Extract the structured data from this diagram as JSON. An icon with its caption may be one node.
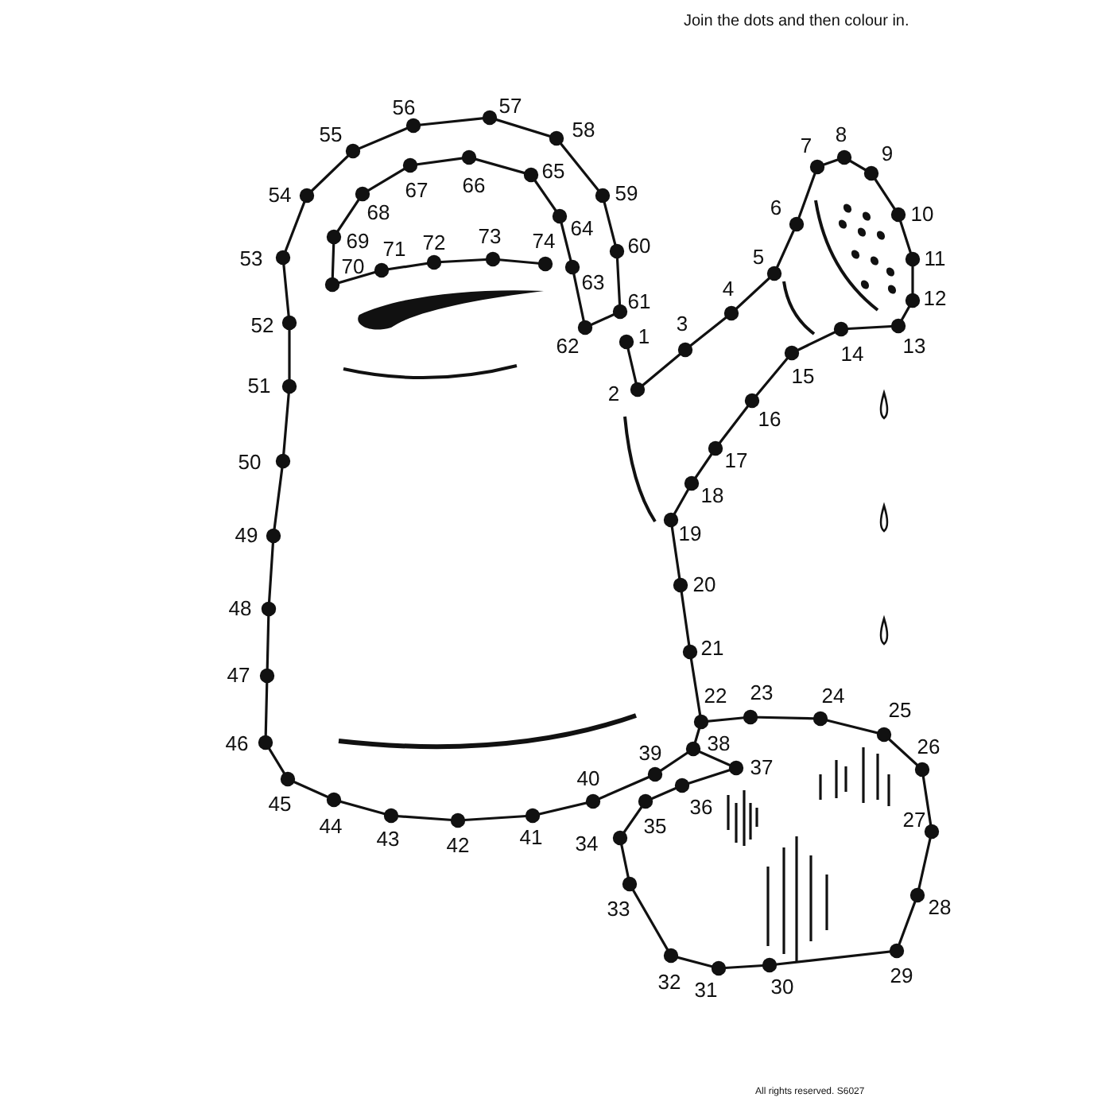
{
  "diagram": {
    "labels": [
      "Join the dots and then colour in.",
      "1",
      "2",
      "3",
      "4",
      "5",
      "6",
      "7",
      "8",
      "9",
      "10",
      "11",
      "12",
      "13",
      "14",
      "15",
      "16",
      "17",
      "18",
      "19",
      "20",
      "21",
      "22",
      "23",
      "24",
      "25",
      "26",
      "27",
      "28",
      "29",
      "30",
      "31",
      "32",
      "33",
      "34",
      "35",
      "36",
      "37",
      "38",
      "39",
      "40",
      "41",
      "42",
      "43",
      "44",
      "45",
      "46",
      "47",
      "48",
      "49",
      "50",
      "51",
      "52",
      "53",
      "54",
      "55",
      "56",
      "57",
      "58",
      "59",
      "60",
      "61",
      "62",
      "63",
      "64",
      "65",
      "66",
      "67",
      "68",
      "69",
      "70",
      "71",
      "72",
      "73",
      "74",
      "All rights reserved. S6027"
    ]
  }
}
